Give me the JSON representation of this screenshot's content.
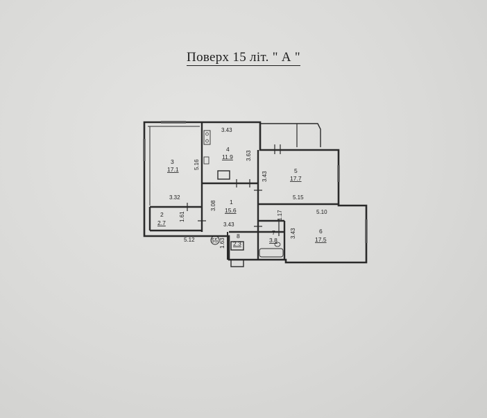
{
  "title": "Поверх 15 літ. \" А \"",
  "rooms": [
    {
      "number": "3",
      "area": "17.1"
    },
    {
      "number": "4",
      "area": "11.9"
    },
    {
      "number": "5",
      "area": "17.7"
    },
    {
      "number": "1",
      "area": "15.6"
    },
    {
      "number": "2",
      "area": "2.7"
    },
    {
      "number": "6",
      "area": "17.5"
    },
    {
      "number": "7",
      "area": "3.8"
    },
    {
      "number": "8",
      "area": "2.3"
    }
  ],
  "dimensions": {
    "room3_width": "3.32",
    "room3_height": "5.16",
    "room4_width": "3.43",
    "room4_height": "3.63",
    "room5_height": "3.43",
    "room5_width": "5.15",
    "room1_height": "3.08",
    "room1_width": "3.43",
    "room2_height": "1.61",
    "room2_width": "5.12",
    "room7_height": "1.17",
    "room6_width": "5.10",
    "room6_height": "3.43",
    "room8_height": "1.63"
  },
  "shaft_marker": "55"
}
